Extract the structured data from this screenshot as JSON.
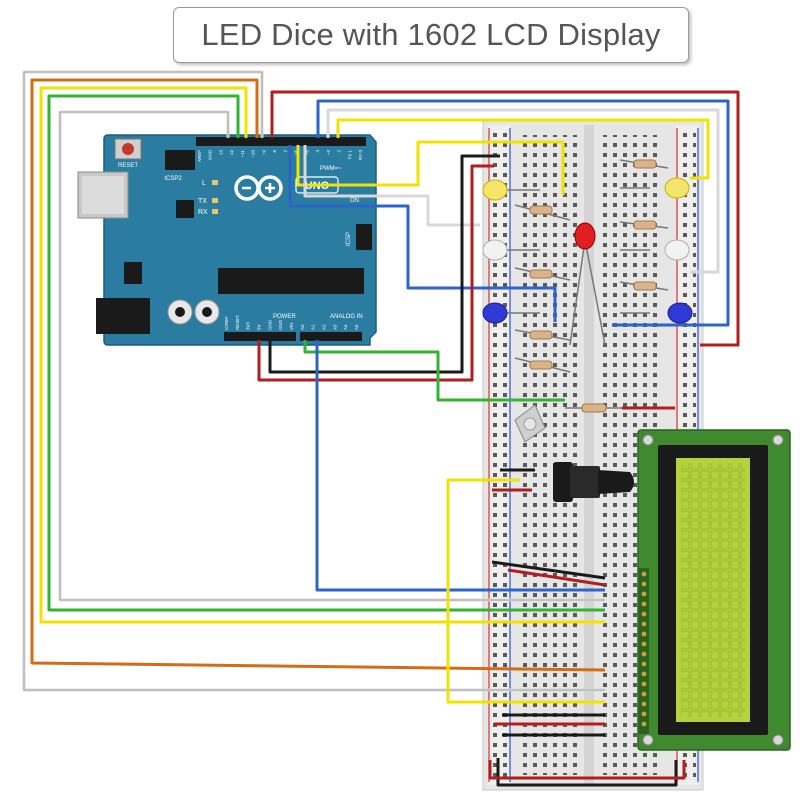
{
  "title": "LED Dice with 1602 LCD Display",
  "arduino": {
    "logo_text": "UNO",
    "reset_label": "RESET",
    "icsp2_label": "ICSP2",
    "icsp_label": "ICSP",
    "led_labels": [
      "L",
      "TX",
      "RX"
    ],
    "on_label": "ON",
    "power_label": "POWER",
    "analog_label": "ANALOG IN",
    "pwm_label": "PWM=~",
    "top_pins": [
      "AREF",
      "GND",
      "13",
      "12",
      "~11",
      "~10",
      "~9",
      "8",
      "7",
      "~6",
      "~5",
      "4",
      "~3",
      "2",
      "TX 1",
      "RX 0"
    ],
    "bottom_pins": [
      "IOREF",
      "RESET",
      "3V3",
      "5V",
      "GND",
      "GND",
      "VIN",
      "A0",
      "A1",
      "A2",
      "A3",
      "A4",
      "A5"
    ]
  },
  "colors": {
    "board": "#2a7da0",
    "red": "#b01e1e",
    "blue": "#2d64c8",
    "yellow": "#f2e200",
    "green": "#33b233",
    "orange": "#d46b15",
    "white": "#d8d8d8",
    "black": "#1a1a1a",
    "lcd_pcb": "#3f8a2e",
    "lcd_screen": "#b4d23c"
  }
}
